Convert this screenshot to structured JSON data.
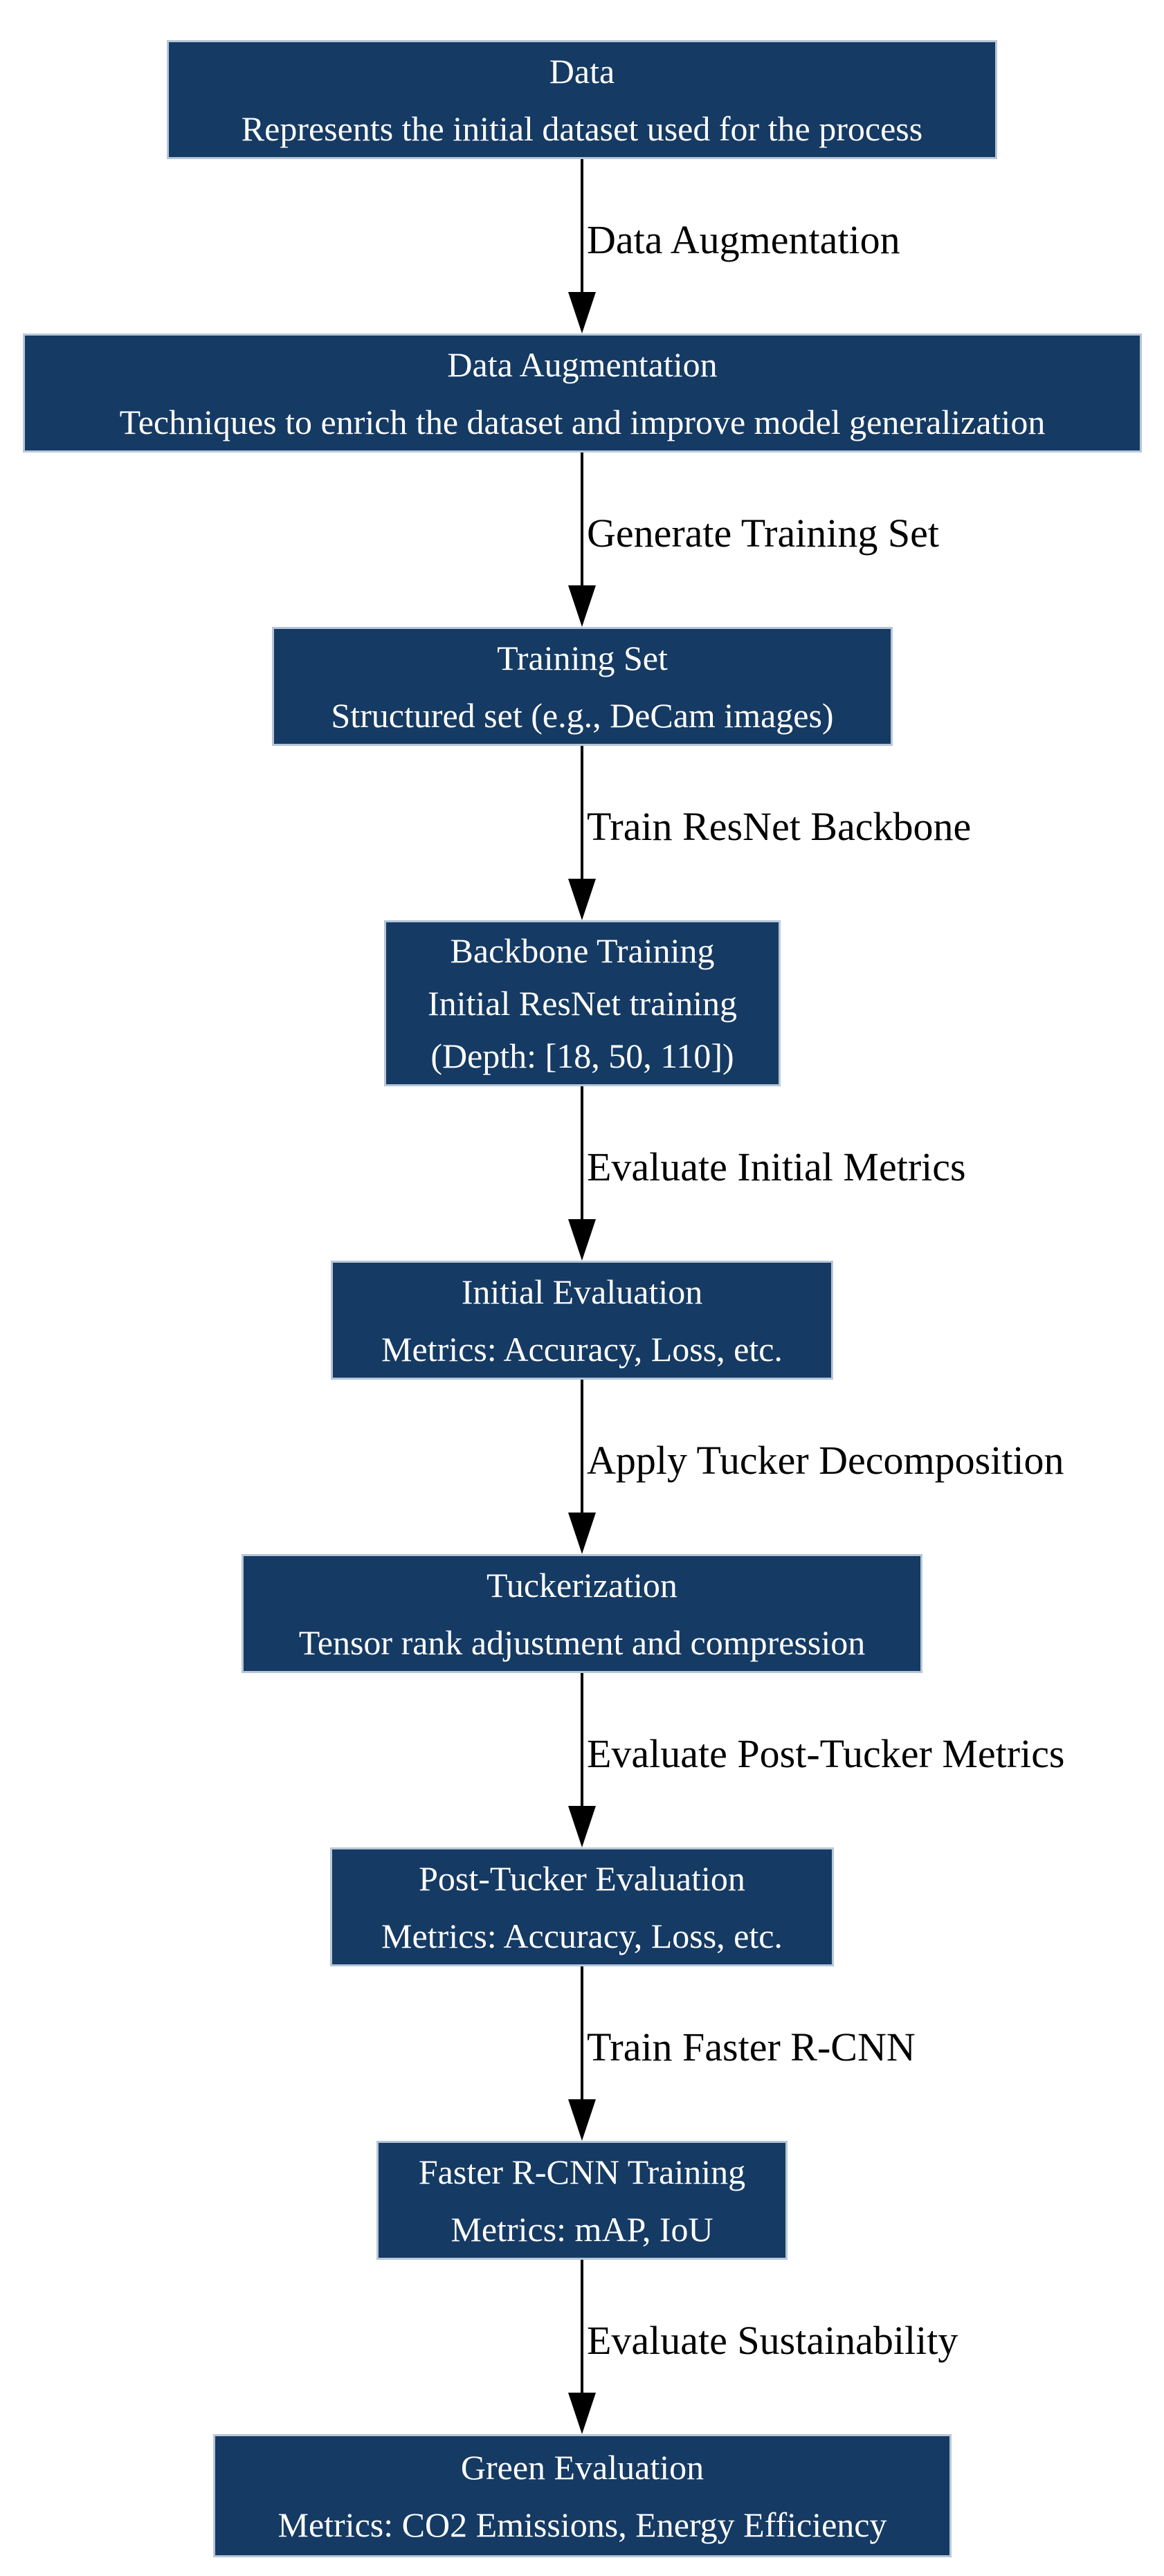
{
  "diagram": {
    "type": "flowchart",
    "direction": "top-down",
    "colors": {
      "node_fill": "#153a63",
      "node_border": "#b7c6d8",
      "node_text": "#ffffff",
      "edge_label_text": "#000000",
      "arrow": "#000000",
      "background": "#ffffff"
    },
    "nodes": [
      {
        "title": "Data",
        "line1": "Represents the initial dataset used for the process"
      },
      {
        "title": "Data Augmentation",
        "line1": "Techniques to enrich the dataset and improve model generalization"
      },
      {
        "title": "Training Set",
        "line1": "Structured set (e.g., DeCam images)"
      },
      {
        "title": "Backbone Training",
        "line1": "Initial ResNet training",
        "line2": "(Depth: [18, 50, 110])"
      },
      {
        "title": "Initial Evaluation",
        "line1": "Metrics: Accuracy, Loss, etc."
      },
      {
        "title": "Tuckerization",
        "line1": "Tensor rank adjustment and compression"
      },
      {
        "title": "Post-Tucker Evaluation",
        "line1": "Metrics: Accuracy, Loss, etc."
      },
      {
        "title": "Faster R-CNN Training",
        "line1": "Metrics: mAP, IoU"
      },
      {
        "title": "Green Evaluation",
        "line1": "Metrics: CO2 Emissions, Energy Efficiency"
      }
    ],
    "edges": [
      {
        "label": "Data Augmentation"
      },
      {
        "label": "Generate Training Set"
      },
      {
        "label": "Train ResNet Backbone"
      },
      {
        "label": "Evaluate Initial Metrics"
      },
      {
        "label": "Apply Tucker Decomposition"
      },
      {
        "label": "Evaluate Post-Tucker Metrics"
      },
      {
        "label": "Train Faster R-CNN"
      },
      {
        "label": "Evaluate Sustainability"
      }
    ]
  }
}
